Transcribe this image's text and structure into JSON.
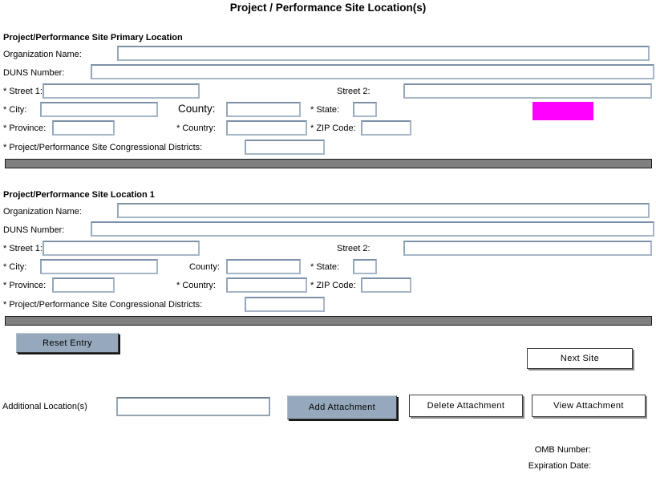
{
  "page_title": "Project / Performance Site Location(s)",
  "colors": {
    "highlight": "#ff00ff",
    "steel_button": "#96a9bc",
    "divider_bar": "#808080"
  },
  "field_labels": {
    "organization": "Organization Name:",
    "duns": "DUNS Number:",
    "street1": "* Street 1:",
    "street2": "Street 2:",
    "city": "* City:",
    "county": "County:",
    "state": "* State:",
    "province": "* Province:",
    "country": "* Country:",
    "zip": "* ZIP Code:",
    "congressional": "* Project/Performance Site Congressional Districts:"
  },
  "sections": [
    {
      "heading": "Project/Performance Site Primary Location"
    },
    {
      "heading": "Project/Performance Site Location 1"
    }
  ],
  "buttons": {
    "reset": "Reset Entry",
    "next_site": "Next Site",
    "add_attachment": "Add Attachment",
    "delete_attachment": "Delete Attachment",
    "view_attachment": "View Attachment"
  },
  "attachments": {
    "label": "Additional Location(s)"
  },
  "footer": {
    "omb_number": "OMB Number:",
    "expiration_date": "Expiration Date:"
  }
}
